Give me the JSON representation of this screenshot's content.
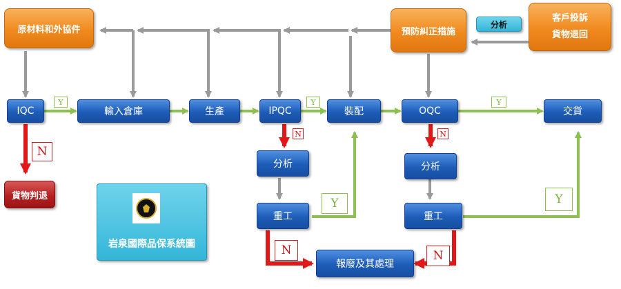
{
  "nodes": {
    "raw_materials": "原材料和外協件",
    "iqc": "IQC",
    "warehouse": "輸入倉庫",
    "production": "生產",
    "ipqc": "IPQC",
    "assembly": "裝配",
    "oqc": "OQC",
    "delivery": "交貨",
    "preventive": "預防糾正措施",
    "analysis_top": "分析",
    "complaint_line1": "客戶投訴",
    "complaint_line2": "貨物退回",
    "reject": "貨物判退",
    "analysis_ipqc": "分析",
    "rework_ipqc": "重工",
    "analysis_oqc": "分析",
    "rework_oqc": "重工",
    "scrap": "報廢及其處理",
    "system_title": "岩泉國際品保系統圖"
  },
  "labels": {
    "yes": "Y",
    "no": "N"
  },
  "colors": {
    "process_blue": "#1d5cb8",
    "action_orange": "#f08a1e",
    "reject_red": "#b52020",
    "teal": "#34b6d8",
    "yes_green": "#8cc050",
    "no_red": "#e01818",
    "feedback_gray": "#9a9a9a"
  }
}
